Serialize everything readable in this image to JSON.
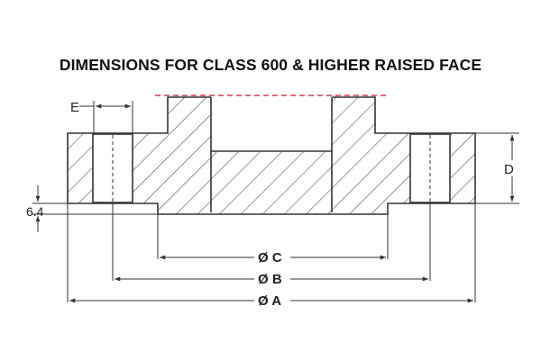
{
  "title": "DIMENSIONS FOR CLASS 600 & HIGHER RAISED FACE",
  "labels": {
    "e": "E",
    "d": "D",
    "raised_face_height": "6.4",
    "dia_c": "Ø C",
    "dia_b": "Ø B",
    "dia_a": "Ø A"
  },
  "colors": {
    "line": "#333333",
    "centerline": "#d0102a",
    "text": "#222222"
  }
}
